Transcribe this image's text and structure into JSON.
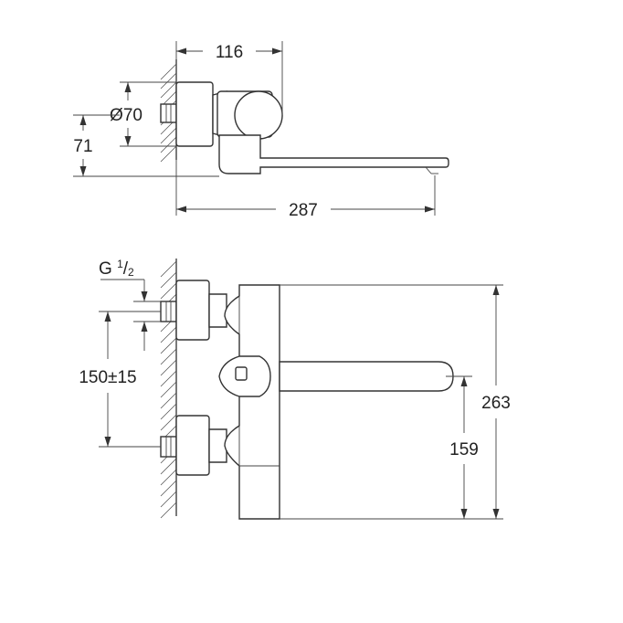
{
  "top_view": {
    "dim_depth": "116",
    "dim_diameter_symbol": "Ø",
    "dim_diameter_value": "70",
    "dim_height": "71",
    "dim_spout_length": "287"
  },
  "front_view": {
    "thread_prefix": "G ",
    "thread_num": "1",
    "thread_den": "2",
    "dim_centres": "150±15",
    "dim_total_height": "263",
    "dim_spout_height": "159"
  },
  "colors": {
    "line": "#333333",
    "background": "#ffffff"
  }
}
